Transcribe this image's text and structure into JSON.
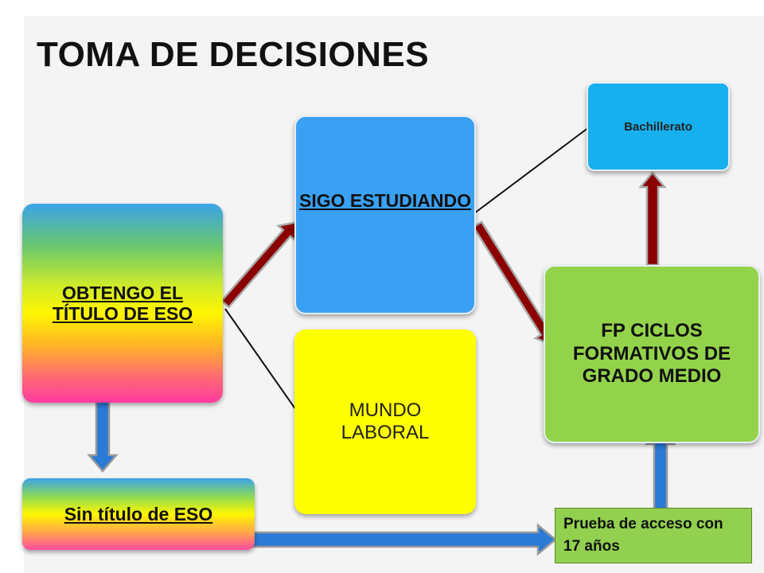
{
  "title": "TOMA DE DECISIONES",
  "nodes": {
    "eso": {
      "label": "OBTENGO  EL TÍTULO  DE ESO",
      "color": "#ff3aa0"
    },
    "sigo": {
      "label": "SIGO ESTUDIANDO",
      "color": "#3aa0f4"
    },
    "laboral": {
      "label": "MUNDO LABORAL",
      "color": "#ffff00"
    },
    "bachillerato": {
      "label": "Bachillerato",
      "color": "#17b0ee"
    },
    "fp": {
      "label": "FP  CICLOS FORMATIVOS DE GRADO MEDIO",
      "color": "#93d34b"
    },
    "sin_titulo": {
      "label": "Sin título de ESO"
    },
    "prueba": {
      "label": "Prueba de acceso con 17 años",
      "color": "#92d050"
    }
  },
  "edges": [
    {
      "from": "eso",
      "to": "sigo",
      "style": "red-arrow"
    },
    {
      "from": "eso",
      "to": "laboral",
      "style": "line"
    },
    {
      "from": "sigo",
      "to": "bachillerato",
      "style": "line"
    },
    {
      "from": "sigo",
      "to": "fp",
      "style": "red-arrow"
    },
    {
      "from": "fp",
      "to": "bachillerato",
      "style": "red-arrow"
    },
    {
      "from": "eso",
      "to": "sin_titulo",
      "style": "blue-arrow"
    },
    {
      "from": "sin_titulo",
      "to": "prueba",
      "style": "blue-arrow"
    },
    {
      "from": "prueba",
      "to": "fp",
      "style": "blue-arrow"
    }
  ],
  "colors": {
    "red_arrow": "#8b0000",
    "blue_arrow": "#1f6fc9"
  }
}
